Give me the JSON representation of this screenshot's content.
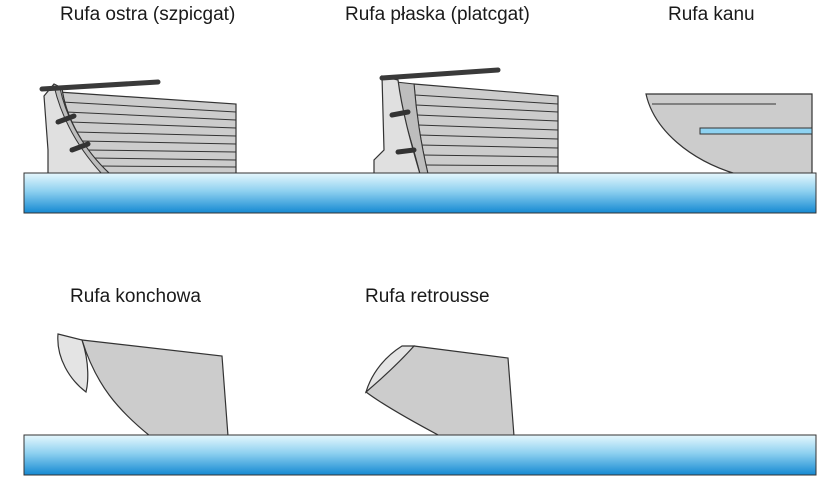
{
  "colors": {
    "hull": "#cbcbcb",
    "hull_light": "#e4e4e4",
    "outline": "#333333",
    "tiller": "#3a3a3a",
    "water_top": "#dff4fc",
    "water_bottom": "#1a8fd6",
    "waterline_stripe": "#8fd3f2"
  },
  "labels": {
    "spitz": "Rufa ostra (szpicgat)",
    "flat": "Rufa płaska (platcgat)",
    "canoe": "Rufa kanu",
    "konchowa": "Rufa konchowa",
    "retrousse": "Rufa retrousse"
  }
}
